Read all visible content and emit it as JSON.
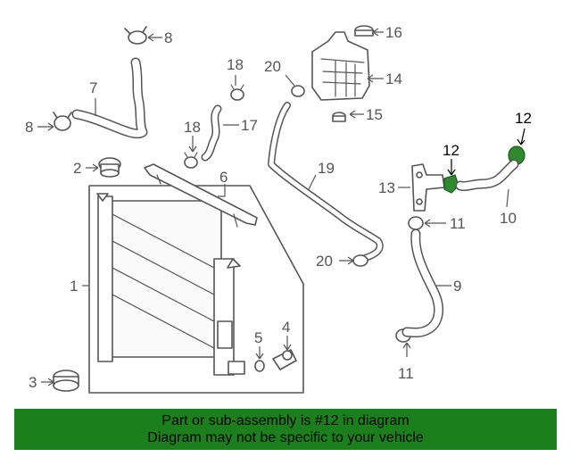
{
  "diagram": {
    "callouts": [
      {
        "id": "c8a",
        "label": "8"
      },
      {
        "id": "c7",
        "label": "7"
      },
      {
        "id": "c8b",
        "label": "8"
      },
      {
        "id": "c2",
        "label": "2"
      },
      {
        "id": "c6",
        "label": "6"
      },
      {
        "id": "c1",
        "label": "1"
      },
      {
        "id": "c3",
        "label": "3"
      },
      {
        "id": "c18a",
        "label": "18"
      },
      {
        "id": "c18b",
        "label": "18"
      },
      {
        "id": "c17",
        "label": "17"
      },
      {
        "id": "c20a",
        "label": "20"
      },
      {
        "id": "c16",
        "label": "16"
      },
      {
        "id": "c14",
        "label": "14"
      },
      {
        "id": "c15",
        "label": "15"
      },
      {
        "id": "c19",
        "label": "19"
      },
      {
        "id": "c20b",
        "label": "20"
      },
      {
        "id": "c5",
        "label": "5"
      },
      {
        "id": "c4",
        "label": "4"
      },
      {
        "id": "c12a",
        "label": "12"
      },
      {
        "id": "c12b",
        "label": "12"
      },
      {
        "id": "c13",
        "label": "13"
      },
      {
        "id": "c11a",
        "label": "11"
      },
      {
        "id": "c10",
        "label": "10"
      },
      {
        "id": "c9",
        "label": "9"
      },
      {
        "id": "c11b",
        "label": "11"
      }
    ],
    "highlight_color": "#2f8a2f"
  },
  "banner": {
    "line1": "Part or sub-assembly is #12 in diagram",
    "line2": "Diagram may not be specific to your vehicle",
    "background": "#1b7f1b"
  }
}
